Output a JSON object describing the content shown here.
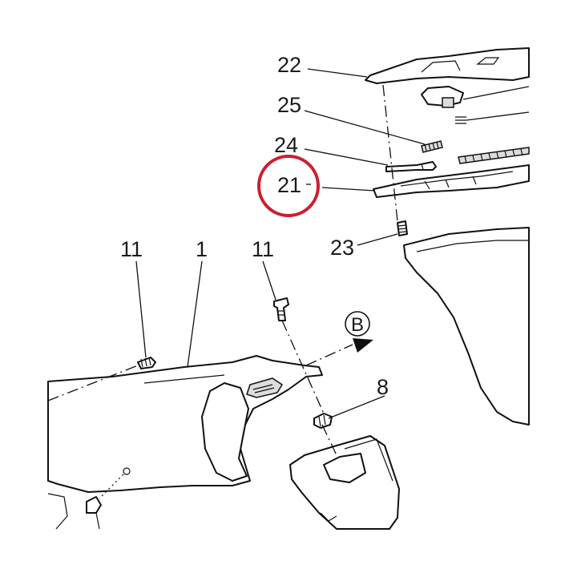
{
  "callouts": {
    "c22": "22",
    "c25": "25",
    "c24": "24",
    "c21": "21",
    "c23": "23",
    "c11a": "11",
    "c1": "1",
    "c11b": "11",
    "c8": "8",
    "cB": "B"
  },
  "colors": {
    "highlight": "#cc1f2f",
    "line": "#111111"
  }
}
